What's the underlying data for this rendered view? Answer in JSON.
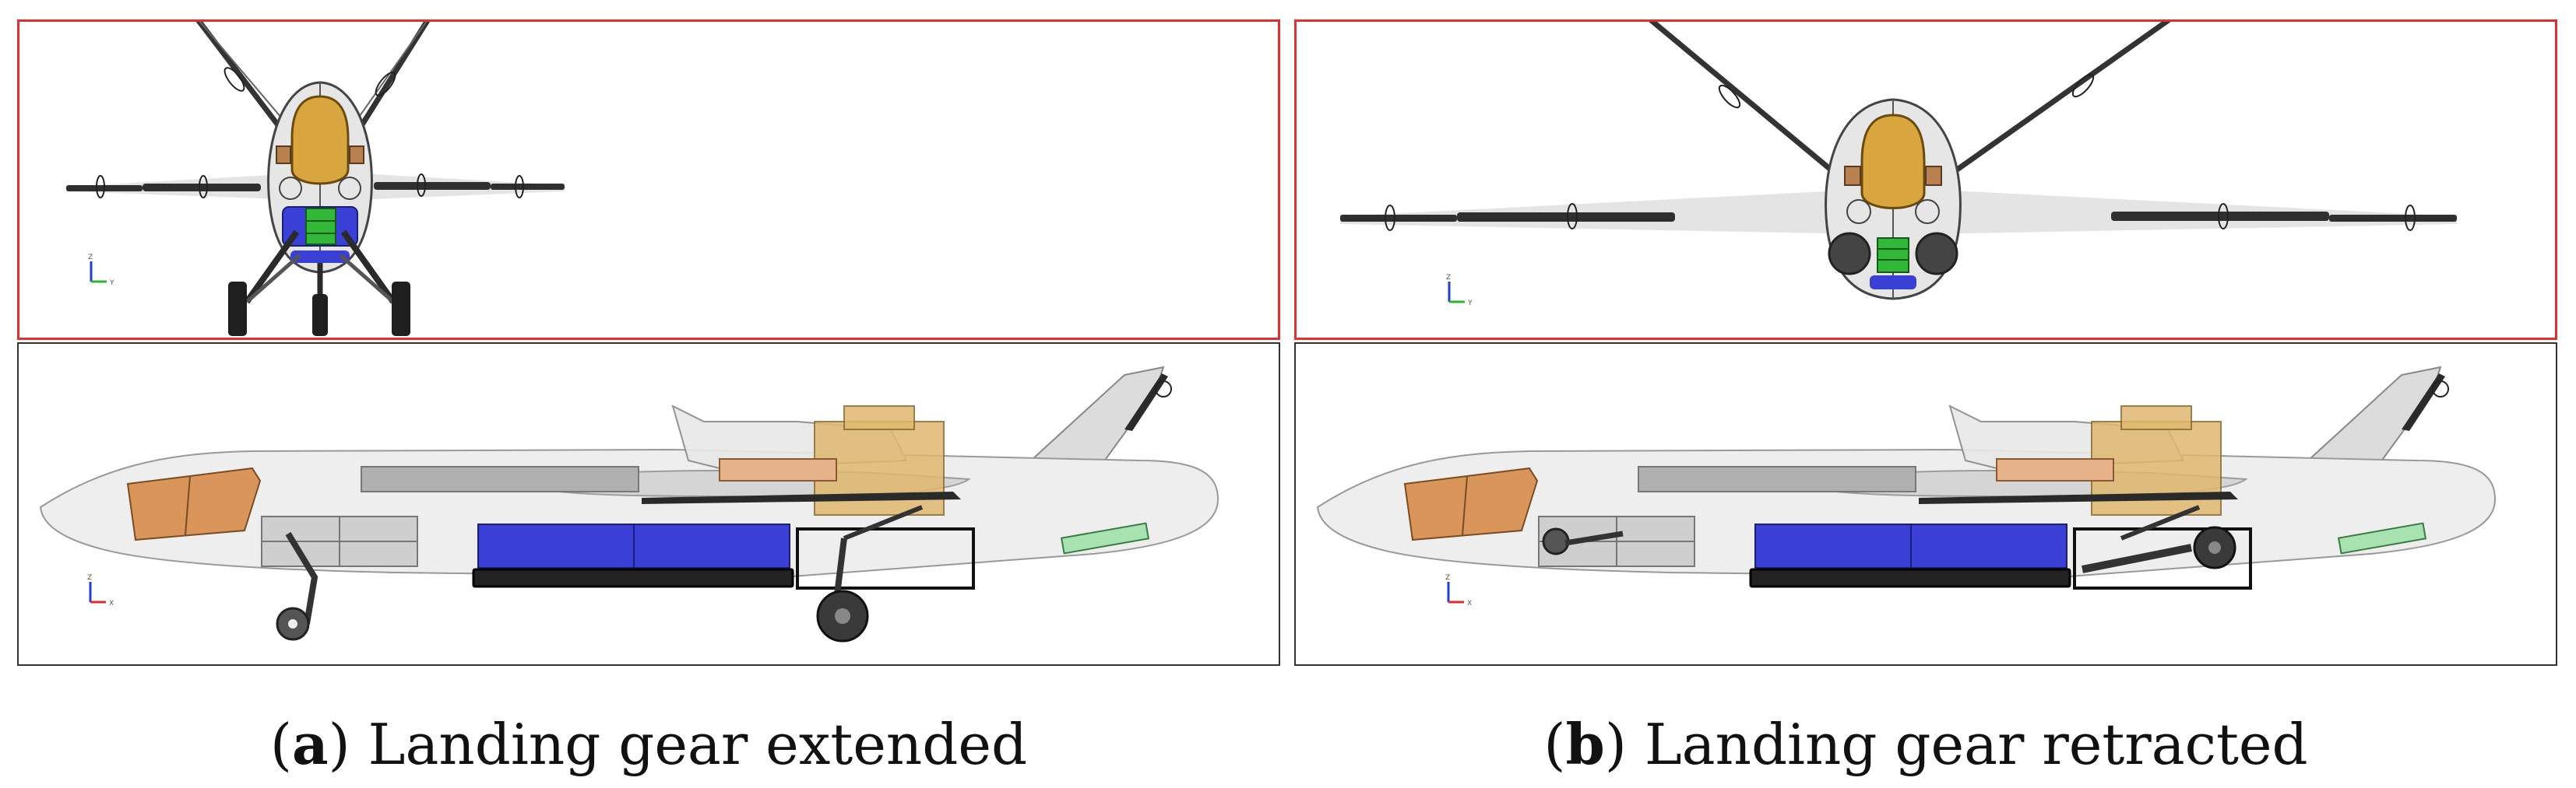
{
  "colors": {
    "front_border": "#e03030",
    "side_border": "#333333",
    "fuselage_fill": "#eeeeee",
    "fuselage_stroke": "#999999",
    "payload_orange": "#e0b870",
    "nose_bay": "#d9955a",
    "battery_blue": "#3a3fd6",
    "electronics_green": "#33b83a",
    "cooling_green": "#a8e2b0",
    "strut_dark": "#2a2a2a"
  },
  "icons": [
    "axis-triad-icon"
  ],
  "axes_labels": {
    "front": {
      "vertical": "Z",
      "horizontal": "Y"
    },
    "side": {
      "vertical": "Z",
      "horizontal": "X"
    }
  },
  "subfigures": [
    {
      "id": "a",
      "letter": "a",
      "caption": "Landing gear extended",
      "gear_state": "extended"
    },
    {
      "id": "b",
      "letter": "b",
      "caption": "Landing gear retracted",
      "gear_state": "retracted"
    }
  ]
}
